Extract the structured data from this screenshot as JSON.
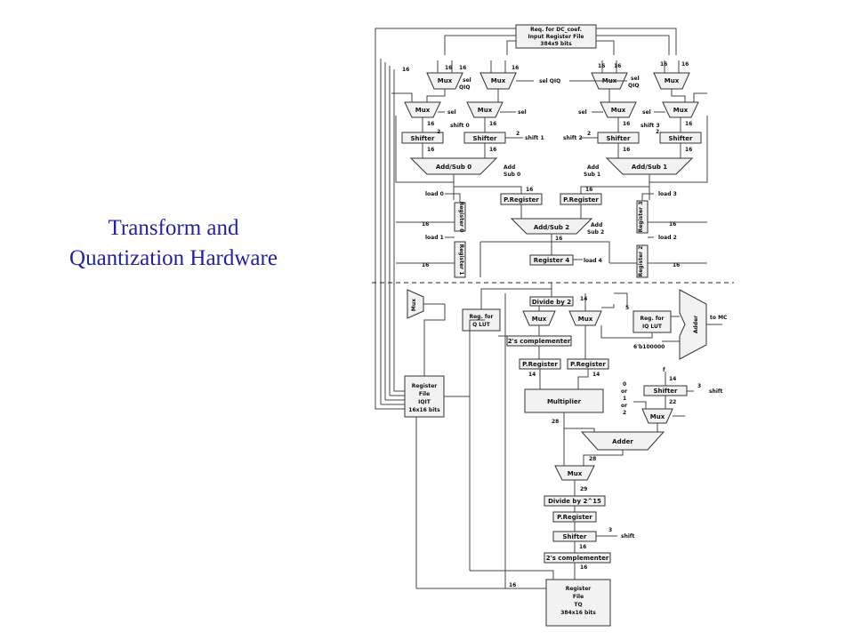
{
  "title": {
    "line1": "Transform and",
    "line2": "Quantization Hardware"
  },
  "blocks": {
    "input_rf_1": "Req. for DC_coef.",
    "input_rf_2": "Input  Register File",
    "input_rf_3": "384x9 bits",
    "mux": "Mux",
    "shifter": "Shifter",
    "addsub0": "Add/Sub 0",
    "addsub1": "Add/Sub 1",
    "addsub2": "Add/Sub 2",
    "preg": "P.Register",
    "reg0": "Register 0",
    "reg1": "Register 1",
    "reg2": "Register 2",
    "reg3": "Register 3",
    "reg4": "Register 4",
    "divide2": "Divide by 2",
    "regq_1": "Reg. for",
    "regq_2": "Q LUT",
    "regiq_1": "Reg. for",
    "regiq_2": "IQ LUT",
    "adder": "Adder",
    "twos": "2's complementer",
    "multiplier": "Multiplier",
    "divide215": "Divide by 2^15",
    "rf_iqit_1": "Register",
    "rf_iqit_2": "File",
    "rf_iqit_3": "IQIT",
    "rf_iqit_4": "16x16 bits",
    "rf_to_1": "Register",
    "rf_to_2": "File",
    "rf_to_3": "TQ",
    "rf_to_4": "384x16 bits"
  },
  "labels": {
    "sel": "sel",
    "sel_qiq_1": "sel",
    "sel_qiq_2": "QIQ",
    "sel_qiq_mid": "sel QIQ",
    "shift0": "shift 0",
    "shift1": "shift 1",
    "shift2": "shift 2",
    "shift3": "shift 3",
    "shift": "shift",
    "add_sub0_1": "Add",
    "add_sub0_2": "Sub 0",
    "add_sub1_1": "Add",
    "add_sub1_2": "Sub 1",
    "add_sub2_1": "Add",
    "add_sub2_2": "Sub 2",
    "load0": "load 0",
    "load1": "load 1",
    "load2": "load 2",
    "load3": "load 3",
    "load4": "load 4",
    "to_mc": "to MC",
    "const_6b": "6'b100000",
    "or_0": "0",
    "or_or": "or",
    "or_1": "1",
    "or_2": "2",
    "f": "f",
    "w2": "2",
    "w3": "3",
    "w5": "5",
    "w14": "14",
    "w16": "16",
    "w22": "22",
    "w28": "28",
    "w29": "29"
  }
}
